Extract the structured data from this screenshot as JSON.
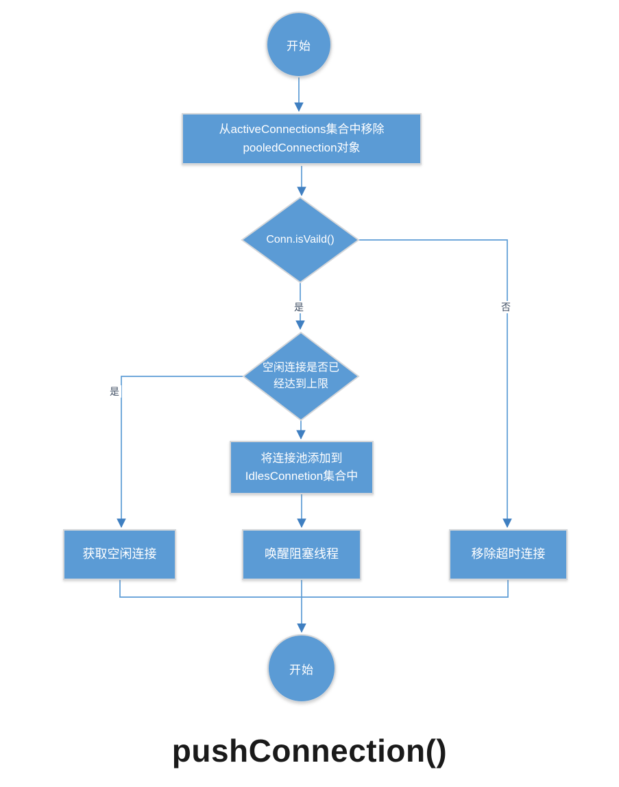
{
  "diagram": {
    "caption": "pushConnection()",
    "colors": {
      "shape_fill": "#5b9bd5",
      "shape_border": "#d4d6d9",
      "connector": "#5b9bd5",
      "arrowhead": "#3f7fc1",
      "edge_label_text": "#3f4e63",
      "node_text": "#ffffff",
      "caption_text": "#1a1a1a"
    },
    "nodes": {
      "start_top": {
        "type": "terminator-circle",
        "label": "开始"
      },
      "remove_from_active": {
        "type": "process",
        "lines": [
          "从activeConnections集合中移除",
          "pooledConnection对象"
        ]
      },
      "conn_is_valid": {
        "type": "decision",
        "label": "Conn.isVaild()"
      },
      "idle_limit_reached": {
        "type": "decision",
        "lines": [
          "空闲连接是否已",
          "经达到上限"
        ]
      },
      "add_to_idles": {
        "type": "process",
        "lines": [
          "将连接池添加到",
          "IdlesConnetion集合中"
        ]
      },
      "get_idle_connection": {
        "type": "process",
        "label": "获取空闲连接"
      },
      "wake_blocked_thread": {
        "type": "process",
        "label": "唤醒阻塞线程"
      },
      "remove_timeout_connection": {
        "type": "process",
        "label": "移除超时连接"
      },
      "start_bottom": {
        "type": "terminator-circle",
        "label": "开始"
      }
    },
    "edge_labels": {
      "valid_yes": "是",
      "valid_no": "否",
      "limit_yes": "是"
    }
  }
}
